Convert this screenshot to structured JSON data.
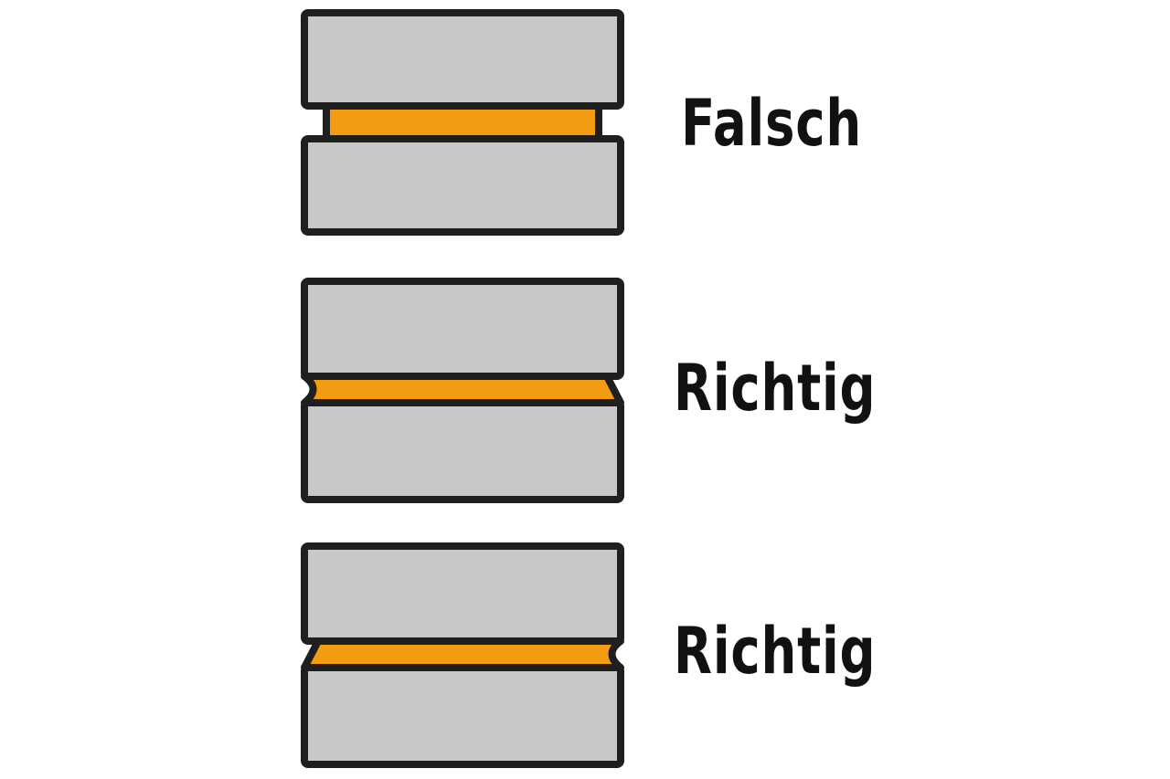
{
  "colors": {
    "block_fill": "#c8c8c8",
    "seal_fill": "#f39c12",
    "outline": "#1f1f1f",
    "text": "#111111",
    "background": "#ffffff"
  },
  "examples": [
    {
      "label": "Falsch"
    },
    {
      "label": "Richtig"
    },
    {
      "label": "Richtig"
    }
  ]
}
